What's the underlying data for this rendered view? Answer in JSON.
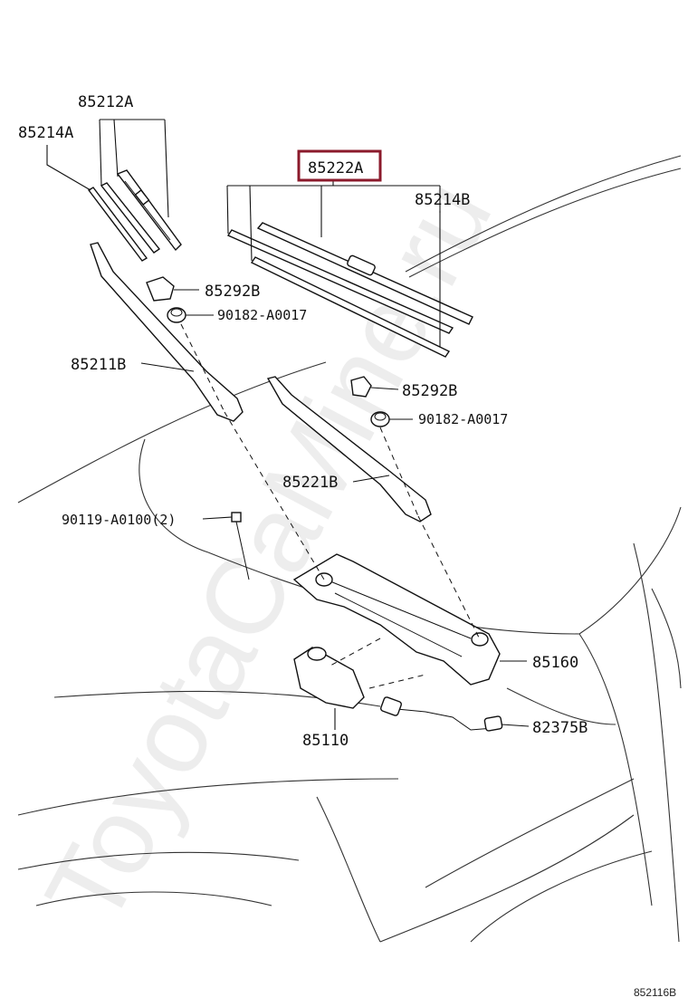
{
  "labels": {
    "p85212A": "85212A",
    "p85214A": "85214A",
    "p85222A": "85222A",
    "p85214B": "85214B",
    "p85292B_a": "85292B",
    "p90182_a": "90182-A0017",
    "p85211B": "85211B",
    "p85292B_b": "85292B",
    "p90182_b": "90182-A0017",
    "p85221B": "85221B",
    "p90119": "90119-A0100(2)",
    "p85160": "85160",
    "p85110": "85110",
    "p82375B": "82375B"
  },
  "highlighted_part": "85222A",
  "highlight_color": "#8b1a2b",
  "diagram_code": "852116B",
  "watermark": "ToyotaCaMine.ru"
}
